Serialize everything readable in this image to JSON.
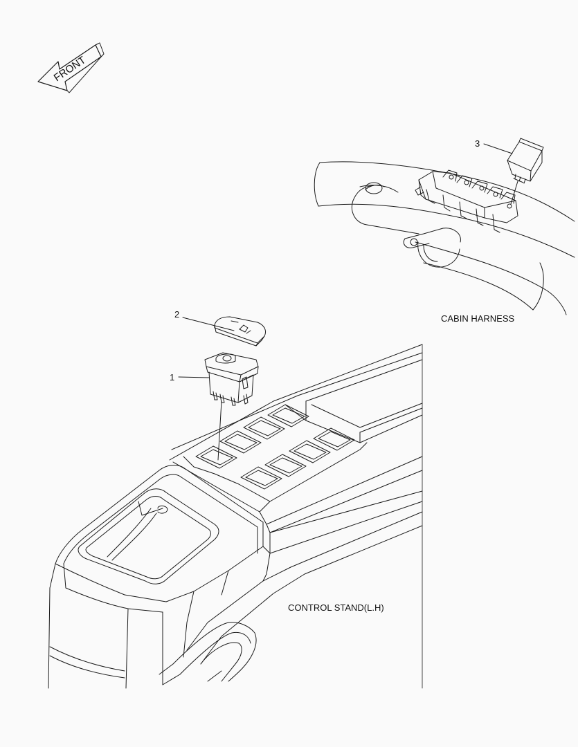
{
  "orientation": {
    "arrow_label": "FRONT"
  },
  "callouts": [
    {
      "number": "1",
      "part": "rocker switch"
    },
    {
      "number": "2",
      "part": "switch cap"
    },
    {
      "number": "3",
      "part": "relay"
    }
  ],
  "labels": {
    "cabin_harness": "CABIN HARNESS",
    "control_stand": "CONTROL STAND(L.H)"
  },
  "colors": {
    "line": "#1a1a1a",
    "background": "#fafafa"
  }
}
